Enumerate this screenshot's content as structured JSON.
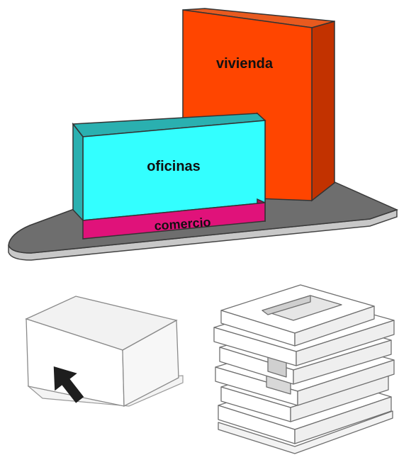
{
  "labels": {
    "residential": "vivienda",
    "offices": "oficinas",
    "commerce": "comercio"
  },
  "colors": {
    "residential_front": "#ff4500",
    "residential_side": "#c23200",
    "residential_top": "#e85a1f",
    "offices_front": "#33ffff",
    "offices_top": "#2ab0b0",
    "offices_side": "#24c8c8",
    "commerce_front": "#e0127a",
    "commerce_side": "#a80e5c",
    "podium_top": "#6e6e6e",
    "podium_edge": "#c8c8c8",
    "arrow": "#1e1e1e"
  }
}
